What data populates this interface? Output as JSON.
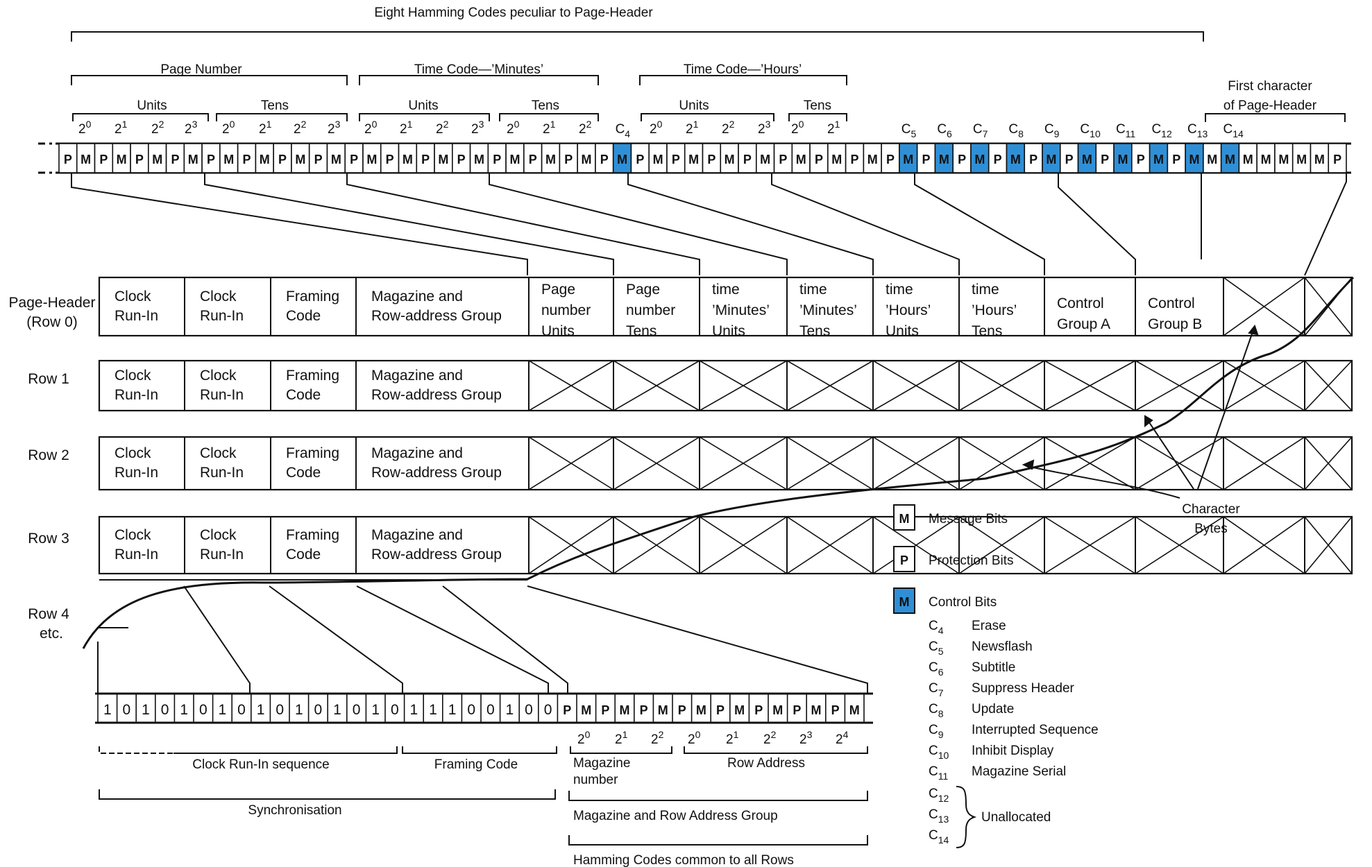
{
  "top": {
    "title": "Eight Hamming Codes peculiar to Page-Header",
    "groups": [
      {
        "label": "Page Number"
      },
      {
        "label": "Time Code—’Minutes’"
      },
      {
        "label": "Time Code—’Hours’"
      }
    ],
    "subgroups": [
      "Units",
      "Tens",
      "Units",
      "Tens",
      "Units",
      "Tens"
    ],
    "first_char_line1": "First character",
    "first_char_line2": "of Page-Header",
    "bits": [
      "P",
      "M",
      "P",
      "M",
      "P",
      "M",
      "P",
      "M",
      "P",
      "M",
      "P",
      "M",
      "P",
      "M",
      "P",
      "M",
      "P",
      "M",
      "P",
      "M",
      "P",
      "M",
      "P",
      "M",
      "P",
      "M",
      "P",
      "M",
      "P",
      "M",
      "P",
      "M",
      "P",
      "M",
      "P",
      "M",
      "P",
      "M",
      "P",
      "M",
      "P",
      "M",
      "P",
      "M",
      "P",
      "M",
      "P",
      "M",
      "P",
      "M",
      "P",
      "M",
      "P",
      "M",
      "P",
      "M",
      "P",
      "M",
      "P",
      "M",
      "P",
      "M",
      "P",
      "M",
      "M",
      "M",
      "M",
      "M",
      "M",
      "M",
      "M",
      "P"
    ],
    "control_bit_indices": [
      31,
      47,
      49,
      51,
      53,
      55,
      57,
      59,
      61,
      63,
      65
    ],
    "control_labels": [
      "C4",
      "C5",
      "C6",
      "C7",
      "C8",
      "C9",
      "C10",
      "C11",
      "C12",
      "C13",
      "C14"
    ]
  },
  "rows": {
    "row_labels": [
      [
        "Page-Header",
        "(Row 0)"
      ],
      [
        "Row 1"
      ],
      [
        "Row 2"
      ],
      [
        "Row 3"
      ],
      [
        "Row 4",
        "etc."
      ]
    ],
    "fixed_cells": [
      [
        "Clock",
        "Run-In"
      ],
      [
        "Clock",
        "Run-In"
      ],
      [
        "Framing",
        "Code"
      ],
      [
        "Magazine and",
        "Row-address Group"
      ]
    ],
    "header_cells": [
      [
        "Page",
        "number",
        "Units"
      ],
      [
        "Page",
        "number",
        "Tens"
      ],
      [
        "time",
        "’Minutes’",
        "Units"
      ],
      [
        "time",
        "’Minutes’",
        "Tens"
      ],
      [
        "time",
        "’Hours’",
        "Units"
      ],
      [
        "time",
        "’Hours’",
        "Tens"
      ],
      [
        "Control",
        "Group A"
      ],
      [
        "Control",
        "Group B"
      ]
    ]
  },
  "legend": {
    "items": [
      {
        "symbol": "M",
        "label": "Message Bits",
        "color": "#ffffff"
      },
      {
        "symbol": "P",
        "label": "Protection Bits",
        "color": "#ffffff"
      },
      {
        "symbol": "M",
        "label": "Control Bits",
        "color": "#2f8fd6"
      }
    ],
    "controls": [
      {
        "code": "C4",
        "meaning": "Erase"
      },
      {
        "code": "C5",
        "meaning": "Newsflash"
      },
      {
        "code": "C6",
        "meaning": "Subtitle"
      },
      {
        "code": "C7",
        "meaning": "Suppress Header"
      },
      {
        "code": "C8",
        "meaning": "Update"
      },
      {
        "code": "C9",
        "meaning": "Interrupted Sequence"
      },
      {
        "code": "C10",
        "meaning": "Inhibit Display"
      },
      {
        "code": "C11",
        "meaning": "Magazine Serial"
      }
    ],
    "unallocated_codes": [
      "C12",
      "C13",
      "C14"
    ],
    "unallocated_label": "Unallocated",
    "char_bytes_line1": "Character",
    "char_bytes_line2": "Bytes"
  },
  "bottom": {
    "bits": [
      "1",
      "0",
      "1",
      "0",
      "1",
      "0",
      "1",
      "0",
      "1",
      "0",
      "1",
      "0",
      "1",
      "0",
      "1",
      "0",
      "1",
      "1",
      "1",
      "0",
      "0",
      "1",
      "0",
      "0",
      "P",
      "M",
      "P",
      "M",
      "P",
      "M",
      "P",
      "M",
      "P",
      "M",
      "P",
      "M",
      "P",
      "M",
      "P",
      "M"
    ],
    "clock_runin": "Clock Run-In sequence",
    "framing": "Framing Code",
    "magazine_number_line1": "Magazine",
    "magazine_number_line2": "number",
    "row_address": "Row Address",
    "synchronisation": "Synchronisation",
    "mag_row_group": "Magazine and Row Address Group",
    "hamming_common": "Hamming Codes common to all Rows"
  },
  "accent_color": "#2f8fd6"
}
